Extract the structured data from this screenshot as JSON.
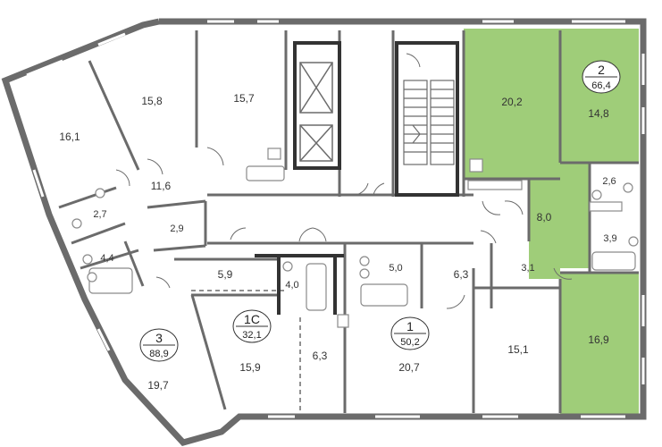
{
  "colors": {
    "highlight": "#9fcd79",
    "wall": "#6b6b6b",
    "wall_dark": "#333333",
    "fixture": "#8a8a8a"
  },
  "apartments": [
    {
      "id": "apt-3",
      "number": "3",
      "area": "88,9"
    },
    {
      "id": "apt-1c",
      "number": "1С",
      "area": "32,1"
    },
    {
      "id": "apt-1",
      "number": "1",
      "area": "50,2"
    },
    {
      "id": "apt-2",
      "number": "2",
      "area": "66,4",
      "highlighted": true
    }
  ],
  "rooms": [
    {
      "id": "r-16-1",
      "area": "16,1"
    },
    {
      "id": "r-15-8",
      "area": "15,8"
    },
    {
      "id": "r-15-7",
      "area": "15,7"
    },
    {
      "id": "r-11-6",
      "area": "11,6"
    },
    {
      "id": "r-2-7",
      "area": "2,7"
    },
    {
      "id": "r-4-4",
      "area": "4,4"
    },
    {
      "id": "r-2-9",
      "area": "2,9"
    },
    {
      "id": "r-19-7",
      "area": "19,7"
    },
    {
      "id": "r-5-9",
      "area": "5,9"
    },
    {
      "id": "r-4-0",
      "area": "4,0"
    },
    {
      "id": "r-15-9",
      "area": "15,9"
    },
    {
      "id": "r-6-3a",
      "area": "6,3"
    },
    {
      "id": "r-5-0",
      "area": "5,0"
    },
    {
      "id": "r-6-3b",
      "area": "6,3"
    },
    {
      "id": "r-3-1",
      "area": "3,1"
    },
    {
      "id": "r-20-7",
      "area": "20,7"
    },
    {
      "id": "r-15-1",
      "area": "15,1"
    },
    {
      "id": "r-20-2",
      "area": "20,2"
    },
    {
      "id": "r-14-8",
      "area": "14,8"
    },
    {
      "id": "r-2-6",
      "area": "2,6"
    },
    {
      "id": "r-8-0",
      "area": "8,0"
    },
    {
      "id": "r-3-9",
      "area": "3,9"
    },
    {
      "id": "r-16-9",
      "area": "16,9"
    }
  ]
}
